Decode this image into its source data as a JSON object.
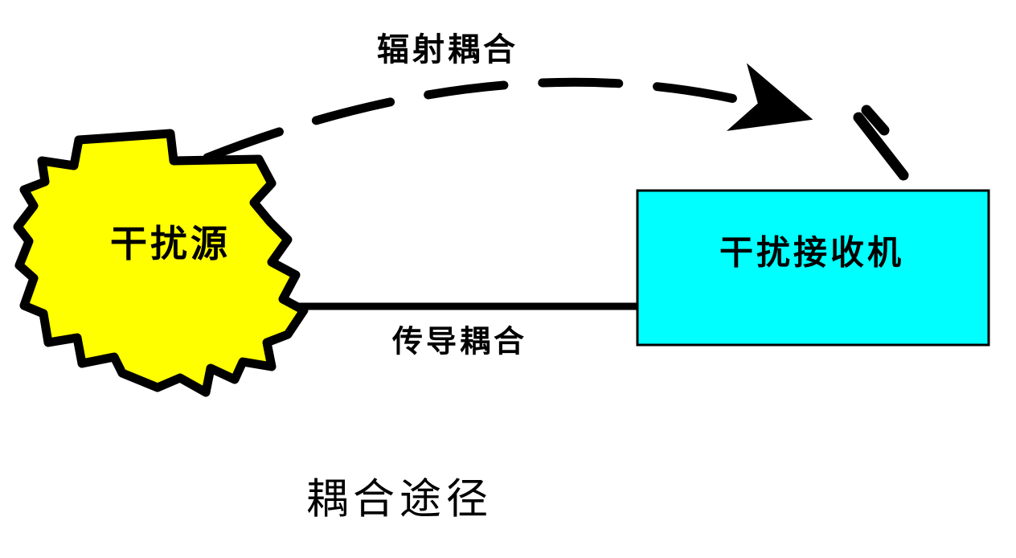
{
  "diagram": {
    "title": "耦合途径",
    "source_label": "干扰源",
    "receiver_label": "干扰接收机",
    "radiated_label": "辐射耦合",
    "conducted_label": "传导耦合",
    "colors": {
      "source_fill": "#ffff00",
      "receiver_fill": "#00ffff",
      "stroke": "#000000",
      "background": "#ffffff"
    }
  }
}
